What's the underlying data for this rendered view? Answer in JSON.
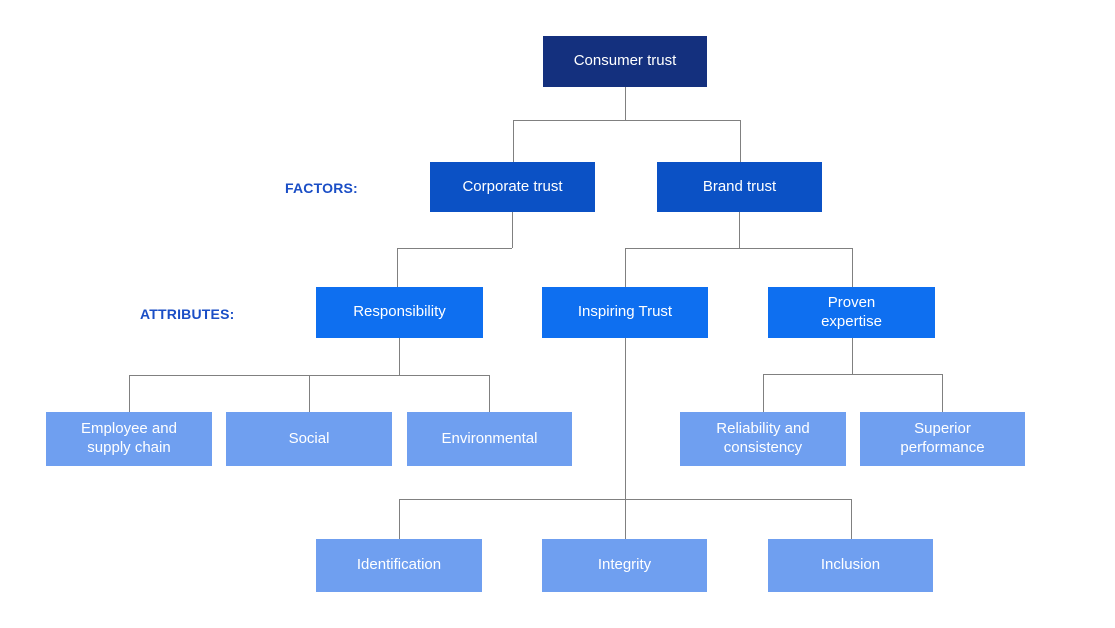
{
  "colors": {
    "level1": "#14307e",
    "level2": "#0b51c5",
    "level3": "#0e6ff0",
    "leaf": "#6f9ff0",
    "label_text": "#1a4ec6",
    "connector": "#808080",
    "node_text": "#ffffff",
    "background": "#ffffff"
  },
  "row_labels": {
    "factors": "FACTORS:",
    "attributes": "ATTRIBUTES:"
  },
  "nodes": {
    "consumer_trust": {
      "label": "Consumer trust",
      "level": "root"
    },
    "corporate_trust": {
      "label": "Corporate trust",
      "level": "factor"
    },
    "brand_trust": {
      "label": "Brand trust",
      "level": "factor"
    },
    "responsibility": {
      "label": "Responsibility",
      "level": "attribute"
    },
    "inspiring_trust": {
      "label": "Inspiring Trust",
      "level": "attribute"
    },
    "proven_expertise": {
      "label": "Proven\nexpertise",
      "level": "attribute"
    },
    "employee_supply_chain": {
      "label": "Employee and\nsupply chain",
      "level": "sub-attribute"
    },
    "social": {
      "label": "Social",
      "level": "sub-attribute"
    },
    "environmental": {
      "label": "Environmental",
      "level": "sub-attribute"
    },
    "reliability_consistency": {
      "label": "Reliability and\nconsistency",
      "level": "sub-attribute"
    },
    "superior_performance": {
      "label": "Superior\nperformance",
      "level": "sub-attribute"
    },
    "identification": {
      "label": "Identification",
      "level": "sub-attribute"
    },
    "integrity": {
      "label": "Integrity",
      "level": "sub-attribute"
    },
    "inclusion": {
      "label": "Inclusion",
      "level": "sub-attribute"
    }
  },
  "hierarchy": {
    "root": "Consumer trust",
    "factors": [
      {
        "name": "Corporate trust",
        "attributes": [
          {
            "name": "Responsibility",
            "sub_attributes": [
              "Employee and supply chain",
              "Social",
              "Environmental"
            ]
          }
        ]
      },
      {
        "name": "Brand trust",
        "attributes": [
          {
            "name": "Inspiring Trust",
            "sub_attributes": [
              "Identification",
              "Integrity",
              "Inclusion"
            ]
          },
          {
            "name": "Proven expertise",
            "sub_attributes": [
              "Reliability and consistency",
              "Superior performance"
            ]
          }
        ]
      }
    ]
  }
}
